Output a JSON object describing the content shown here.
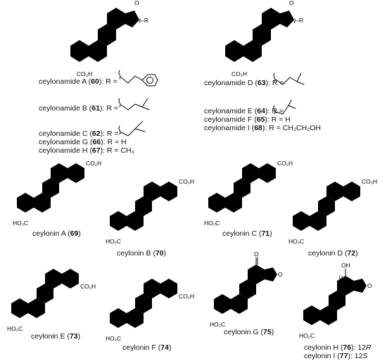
{
  "atoms": {
    "co2h": "CO₂H",
    "ho2c": "HO₂C",
    "n_r": "N–R",
    "o": "O",
    "h": "H",
    "oh": "OH",
    "twelve": "12"
  },
  "ceylonamides_left": [
    {
      "id": "60",
      "name": "ceylonamide A",
      "pre": " (",
      "post": "): R = "
    },
    {
      "id": "61",
      "name": "ceylonamide B",
      "pre": " (",
      "post": "): R = "
    },
    {
      "id": "62",
      "name": "ceylonamide C",
      "pre": " (",
      "post": "): R = "
    },
    {
      "id": "66",
      "name": "ceylonamide G",
      "pre": " (",
      "post": "): R = H"
    },
    {
      "id": "67",
      "name": "ceylonamide H",
      "pre": " (",
      "post": "): R = CH₃"
    }
  ],
  "ceylonamides_right": [
    {
      "id": "63",
      "name": "ceylonamide D",
      "pre": " (",
      "post": "): R = "
    },
    {
      "id": "64",
      "name": "ceylonamide E",
      "pre": " (",
      "post": "): R = "
    },
    {
      "id": "65",
      "name": "ceylonamide F",
      "pre": " (",
      "post": "): R = H"
    },
    {
      "id": "68",
      "name": "ceylonamide I",
      "pre": " (",
      "post": "): R = CH₂CH₂OH"
    }
  ],
  "ceylonins": [
    {
      "id": "69",
      "name": "ceylonin A",
      "pre": " (",
      "post": ")"
    },
    {
      "id": "70",
      "name": "ceylonin B",
      "pre": " (",
      "post": ")"
    },
    {
      "id": "71",
      "name": "ceylonin C",
      "pre": " (",
      "post": ")"
    },
    {
      "id": "72",
      "name": "ceylonin D",
      "pre": " (",
      "post": ")"
    },
    {
      "id": "73",
      "name": "ceylonin E",
      "pre": " (",
      "post": ")"
    },
    {
      "id": "74",
      "name": "ceylonin F",
      "pre": " (",
      "post": ")"
    },
    {
      "id": "75",
      "name": "ceylonin G",
      "pre": " (",
      "post": ")"
    }
  ],
  "ceylonin_hi": [
    {
      "id": "76",
      "name": "ceylonin H",
      "pre": " (",
      "post": "): 12",
      "stereo": "R"
    },
    {
      "id": "77",
      "name": "ceylonin I",
      "pre": " (",
      "post": "): 12",
      "stereo": "S"
    }
  ]
}
